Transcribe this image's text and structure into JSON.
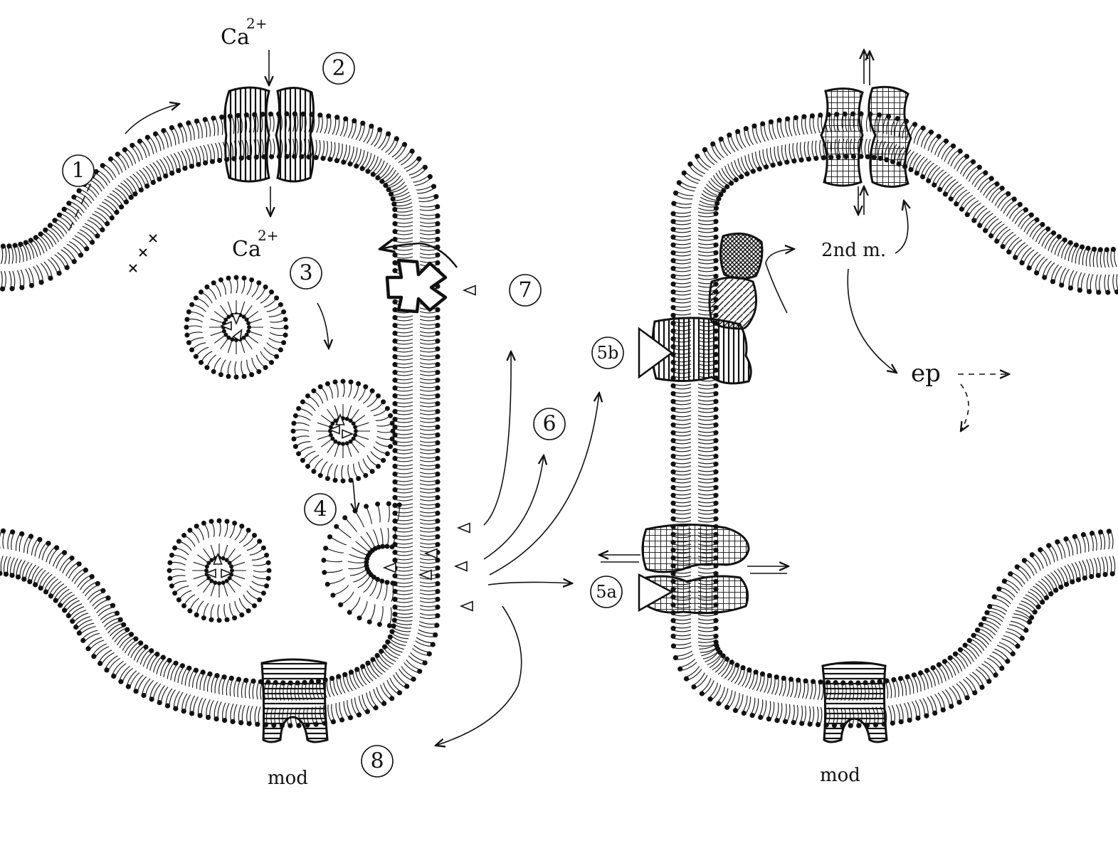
{
  "labels": {
    "ca_top": "Ca",
    "ca_top_sup": "2+",
    "ca_inside": "Ca",
    "ca_inside_sup": "2+",
    "second_messenger": "2nd m.",
    "ep": "ep",
    "mod_left": "mod",
    "mod_right": "mod"
  },
  "steps": {
    "s1": "1",
    "s2": "2",
    "s3": "3",
    "s4": "4",
    "s5a": "5a",
    "s5b": "5b",
    "s6": "6",
    "s7": "7",
    "s8": "8"
  },
  "colors": {
    "ink": "#111111",
    "background": "#ffffff"
  }
}
